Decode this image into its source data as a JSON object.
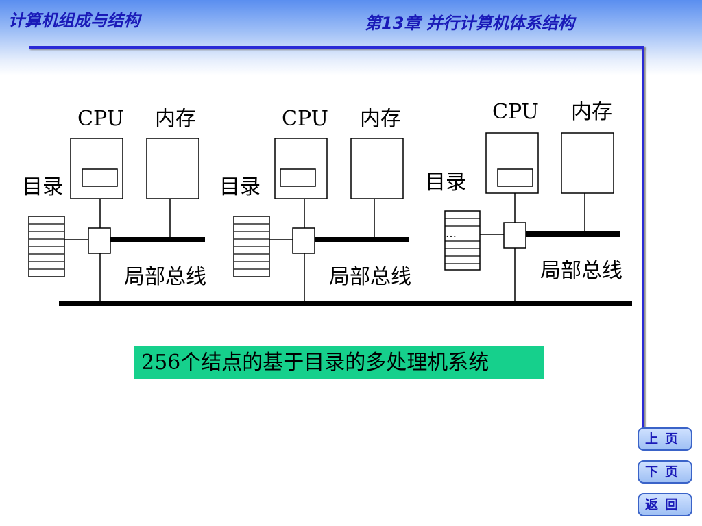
{
  "header": {
    "course_title": "计算机组成与结构",
    "chapter_title": "第13章  并行计算机体系结构"
  },
  "diagram": {
    "cpu_label": "CPU",
    "memory_label": "内存",
    "directory_label": "目录",
    "local_bus_label": "局部总线",
    "ellipsis": "…"
  },
  "caption": "256个结点的基于目录的多处理机系统",
  "nav": {
    "prev": "上页",
    "next": "下页",
    "back": "返回"
  },
  "colors": {
    "title_blue": "#1a1ab8",
    "rule_blue": "#2a2ad6",
    "caption_green": "#16d08c"
  }
}
